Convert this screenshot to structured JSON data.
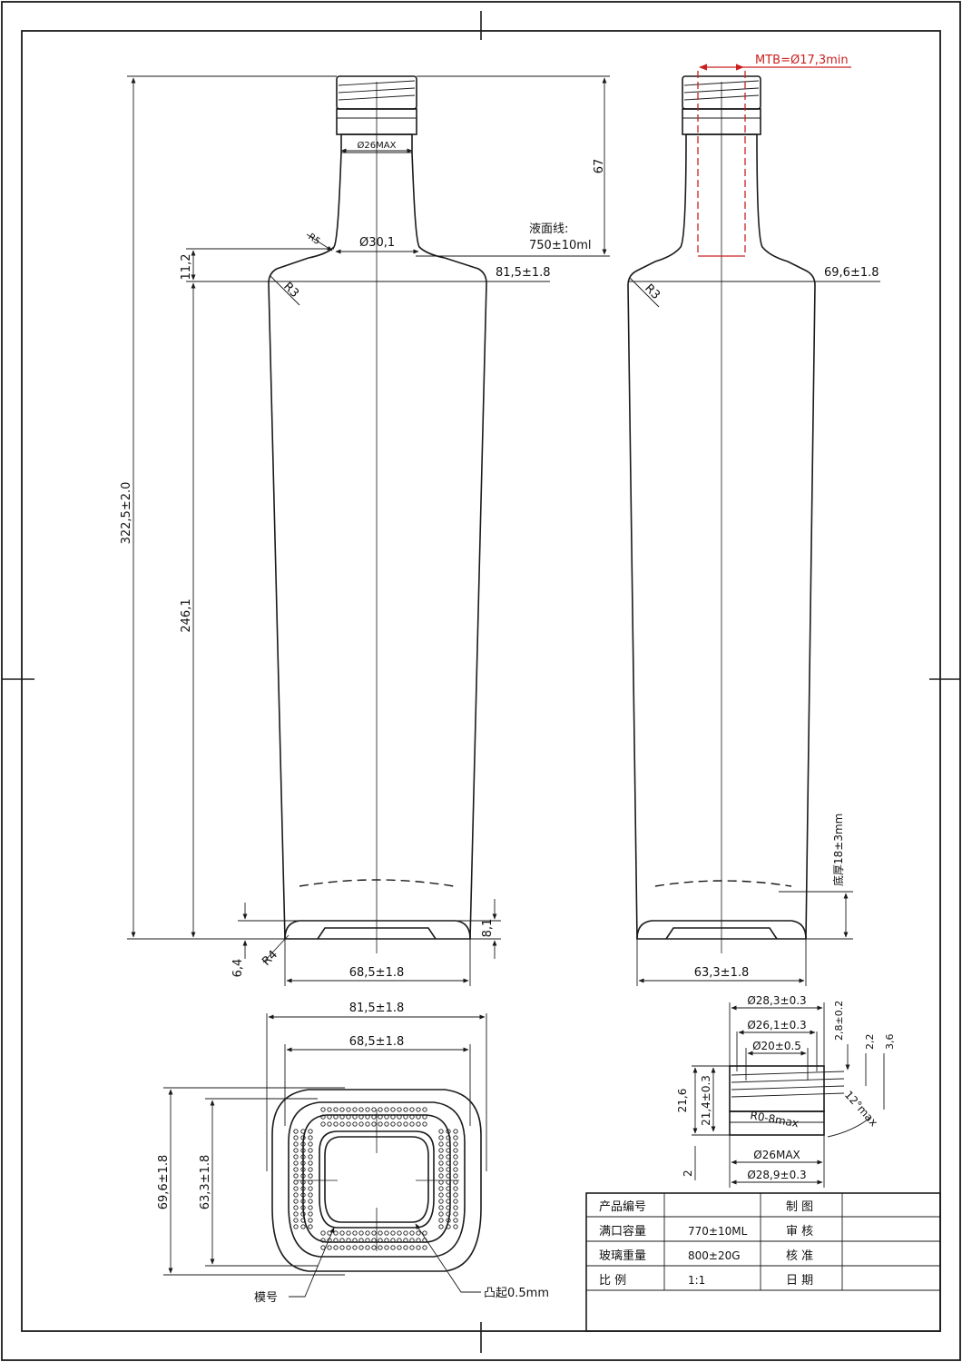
{
  "front_view": {
    "finish_dia": "Ø26MAX",
    "neck_dia": "Ø30,1",
    "neck_radius": "R5",
    "shoulder_radius": "R3",
    "fill_line_label": "液面线:",
    "fill_line_value": "750±10ml",
    "neck_height": "67",
    "total_height": "322,5±2.0",
    "shoulder_drop": "11,2",
    "body_height": "246,1",
    "body_width_top": "81,5±1.8",
    "base_height": "6,4",
    "base_radius": "R4",
    "base_width": "68,5±1.8",
    "base_recess": "8,1"
  },
  "side_view": {
    "mtb": "MTB=Ø17,3min",
    "shoulder_radius": "R3",
    "body_width_top": "69,6±1.8",
    "base_thickness": "底厚18±3mm",
    "base_width": "63,3±1.8"
  },
  "bottom_view": {
    "width_outer": "81,5±1.8",
    "width_inner": "68,5±1.8",
    "depth_outer": "69,6±1.8",
    "depth_inner": "63,3±1.8",
    "mold_number_label": "模号",
    "emboss_label": "凸起0.5mm"
  },
  "finish_detail": {
    "dia_outer": "Ø28,3±0.3",
    "dia_thread_root": "Ø26,1±0.3",
    "dia_bore": "Ø20±0.5",
    "thread_height_1": "2,8±0.2",
    "thread_height_2": "2,2",
    "thread_height_3": "3,6",
    "height_total": "21,6",
    "height_thread": "21,4±0.3",
    "angle": "12°max",
    "radius": "R0-8max",
    "dia_max": "Ø26MAX",
    "dia_transfer": "Ø28,9±0.3",
    "base_step": "2"
  },
  "title_block": {
    "rows": [
      {
        "label": "产品编号",
        "value": "",
        "role": "制  图",
        "sign": ""
      },
      {
        "label": "满口容量",
        "value": "770±10ML",
        "role": "审  核",
        "sign": ""
      },
      {
        "label": "玻璃重量",
        "value": "800±20G",
        "role": "核  准",
        "sign": ""
      },
      {
        "label": "比  例",
        "value": "1:1",
        "role": "日  期",
        "sign": ""
      }
    ]
  }
}
